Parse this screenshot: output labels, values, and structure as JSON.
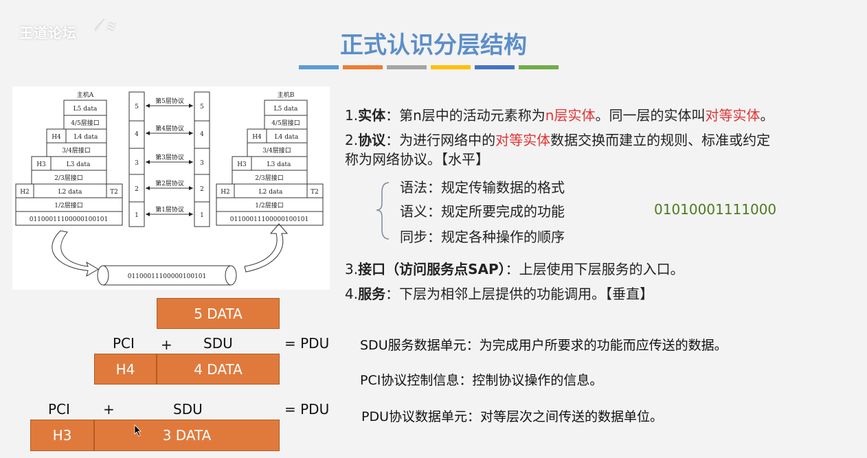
{
  "watermark": {
    "text": "王道论坛"
  },
  "title": "正式认识分层结构",
  "color_bars": [
    "#5b9bd5",
    "#ed7d31",
    "#a5a5a5",
    "#ffc000",
    "#4472c4",
    "#70ad47"
  ],
  "diagram": {
    "host_a": "主机A",
    "host_b": "主机B",
    "layers": {
      "l5": "L5 data",
      "if45": "4/5层接口",
      "h4": "H4",
      "l4": "L4 data",
      "if34": "3/4层接口",
      "h3": "H3",
      "l3": "L3 data",
      "if23": "2/3层接口",
      "h2": "H2",
      "l2": "L2 data",
      "t2": "T2",
      "if12": "1/2层接口",
      "bits": "01100011100000100101"
    },
    "protocols": [
      {
        "num": "5",
        "label": "第5层协议"
      },
      {
        "num": "4",
        "label": "第4层协议"
      },
      {
        "num": "3",
        "label": "第3层协议"
      },
      {
        "num": "2",
        "label": "第2层协议"
      },
      {
        "num": "1",
        "label": "第1层协议"
      }
    ],
    "pipe_bits": "01100011100000100101"
  },
  "items": {
    "entity_num": "1.",
    "entity_term": "实体",
    "entity_sep": "：",
    "entity_text1": "第n层中的活动元素称为",
    "entity_red1": "n层实体",
    "entity_text2": "。同一层的实体叫",
    "entity_red2": "对等实体",
    "entity_text3": "。",
    "protocol_num": "2.",
    "protocol_term": "协议",
    "protocol_sep": "：",
    "protocol_text1": "为进行网络中的",
    "protocol_red": "对等实体",
    "protocol_text2": "数据交换而建立的规则、标准或约定",
    "protocol_line2": "称为网络协议。【水平】",
    "syntax": "语法：规定传输数据的格式",
    "semantics": "语义：规定所要完成的功能",
    "sync": "同步：规定各种操作的顺序",
    "binary_example": "01010001111000",
    "interface_num": "3.",
    "interface_term": "接口（访问服务点SAP）",
    "interface_text": "：上层使用下层服务的入口。",
    "service_num": "4.",
    "service_term": "服务",
    "service_text": "：下层为相邻上层提供的功能调用。【垂直】"
  },
  "pdu": {
    "row1_data": "5 DATA",
    "row2_pci": "PCI",
    "row2_plus": "+",
    "row2_sdu": "SDU",
    "row2_eq": "= PDU",
    "row2_h": "H4",
    "row2_data": "4 DATA",
    "row3_pci": "PCI",
    "row3_plus": "+",
    "row3_sdu": "SDU",
    "row3_eq": "= PDU",
    "row3_h": "H3",
    "row3_data": "3 DATA"
  },
  "definitions": {
    "sdu": "SDU服务数据单元：为完成用户所要求的功能而应传送的数据。",
    "pci": "PCI协议控制信息：控制协议操作的信息。",
    "pdu": "PDU协议数据单元：对等层次之间传送的数据单位。"
  }
}
